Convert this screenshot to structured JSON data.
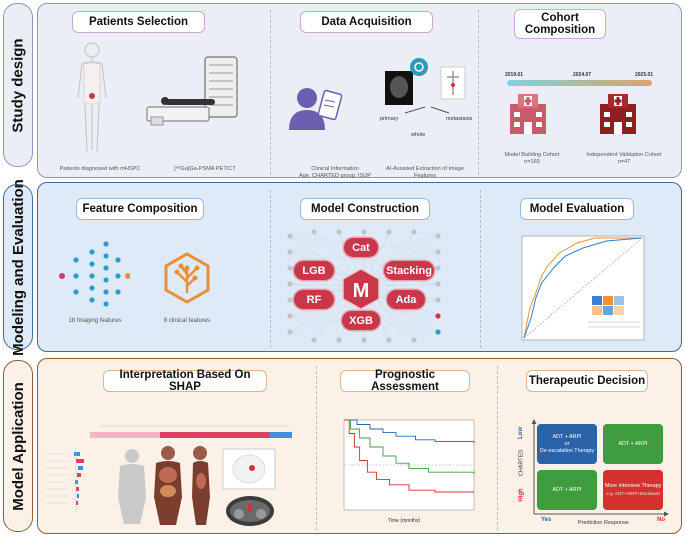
{
  "sections": [
    {
      "label": "Study design"
    },
    {
      "label": "Modeling and Evaluation"
    },
    {
      "label": "Model Application"
    }
  ],
  "study_design": {
    "patients": {
      "title": "Patients Selection",
      "caption_left": "Patients diagnosed with mHSPC",
      "caption_right": "[⁶⁸Ga]Ga-PSMA PET/CT"
    },
    "acquisition": {
      "title": "Data Acquisition",
      "caption_left": "Clinical Information\nAge, CHARTED group, ISUP",
      "caption_right": "AI-Assisted Extraction of Image\nFeatures",
      "label_primary": "primary",
      "label_metastasis": "metastasis",
      "label_whole": "whole"
    },
    "cohort": {
      "title": "Cohort\nComposition",
      "date_start": "2019.01",
      "date_mid": "2024.07",
      "date_end": "2025.01",
      "building_label": "Model Building Cohort",
      "building_n": "n=165",
      "validation_label": "Independent Validation Cohort",
      "validation_n": "n=47"
    }
  },
  "modeling": {
    "feature": {
      "title": "Feature Composition",
      "imaging_label": "18 Imaging features",
      "clinical_label": "8 clinical features"
    },
    "construction": {
      "title": "Model Construction",
      "center": "M",
      "models": [
        "Cat",
        "LGB",
        "Stacking",
        "RF",
        "Ada",
        "XGB"
      ]
    },
    "evaluation": {
      "title": "Model Evaluation"
    }
  },
  "application": {
    "shap": {
      "title": "Interpretation Based On SHAP"
    },
    "prognostic": {
      "title": "Prognostic Assessment",
      "xlabel": "Time (months)"
    },
    "therapeutic": {
      "title": "Therapeutic Decision",
      "y_axis": "CHARTED",
      "y_low": "Low",
      "y_high": "High",
      "x_axis": "Prediction Response",
      "x_yes": "Yes",
      "x_no": "No",
      "q_tl_1": "ADT + ARPI",
      "q_tl_2": "or",
      "q_tl_3": "De-escalation Therapy",
      "q_tr_1": "ADT + ARPI",
      "q_bl_1": "ADT + ARPI",
      "q_br_1": "More Intensive Therapy",
      "q_br_2": "e.g. ADT+ARPI+Docetaxel",
      "colors": {
        "blue": "#2a63a8",
        "green": "#3f9c3f",
        "red": "#d4322f"
      }
    }
  },
  "colors": {
    "band1_fill": "#eceef5",
    "band1_border": "#8e97b8",
    "band2_fill": "#deeaf7",
    "band2_border": "#3f6a9e",
    "band3_fill": "#fbf1e6",
    "band3_border": "#8c6034"
  }
}
